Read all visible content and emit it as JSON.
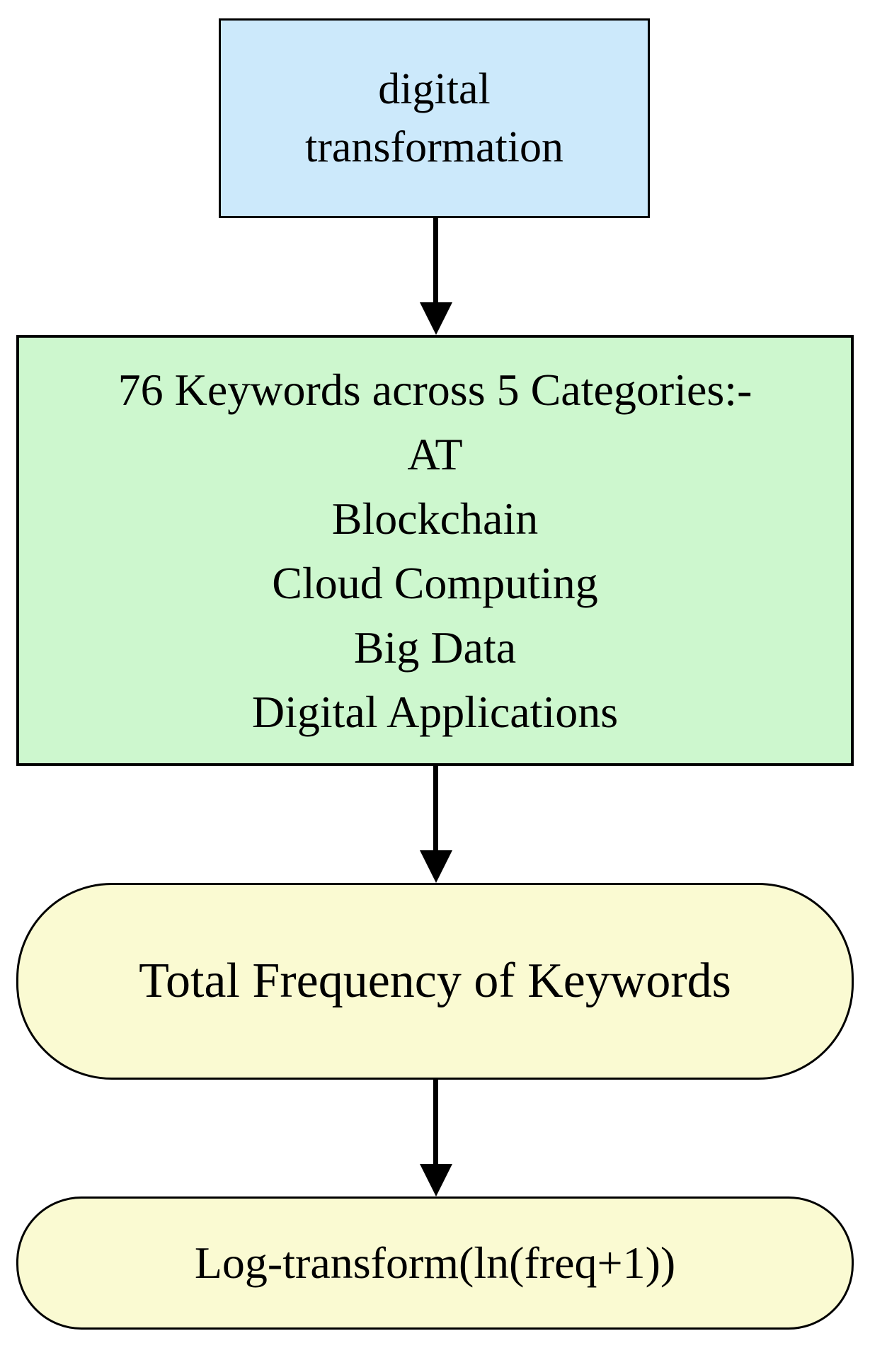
{
  "diagram": {
    "type": "flowchart",
    "background": "#FFFFFF",
    "border_color": "#000000",
    "nodes": [
      {
        "id": "digital-transformation",
        "shape": "rectangle",
        "fill": "#CCE9FB",
        "lines": [
          "digital",
          "transformation"
        ]
      },
      {
        "id": "keywords-categories",
        "shape": "rectangle",
        "fill": "#CDF7CE",
        "lines": [
          "76 Keywords across 5 Categories:-",
          "AT",
          "Blockchain",
          "Cloud Computing",
          "Big Data",
          "Digital Applications"
        ]
      },
      {
        "id": "total-frequency",
        "shape": "rounded-rectangle",
        "fill": "#FAFAD2",
        "lines": [
          "Total Frequency of Keywords"
        ]
      },
      {
        "id": "log-transform",
        "shape": "rounded-rectangle",
        "fill": "#FAFAD2",
        "lines": [
          "Log-transform(ln(freq+1))"
        ]
      }
    ],
    "edges": [
      {
        "from": "digital-transformation",
        "to": "keywords-categories",
        "style": "arrow-down"
      },
      {
        "from": "keywords-categories",
        "to": "total-frequency",
        "style": "arrow-down"
      },
      {
        "from": "total-frequency",
        "to": "log-transform",
        "style": "arrow-down"
      }
    ]
  }
}
